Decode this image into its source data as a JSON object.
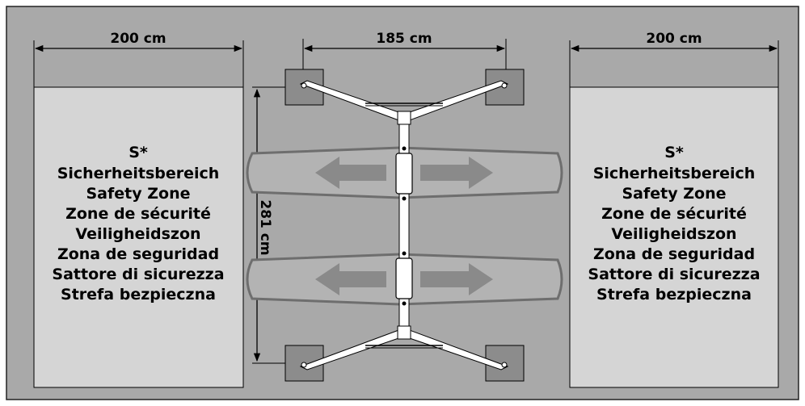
{
  "dimensions": {
    "left_zone_width": "200 cm",
    "lift_width": "185 cm",
    "right_zone_width": "200 cm",
    "lift_length": "281 cm"
  },
  "left_zone": {
    "title": "S*",
    "lines": [
      "Sicherheitsbereich",
      "Safety Zone",
      "Zone de sécurité",
      "Veiligheidszon",
      "Zona de seguridad",
      "Sattore di sicurezza",
      "Strefa bezpieczna"
    ]
  },
  "right_zone": {
    "title": "S*",
    "lines": [
      "Sicherheitsbereich",
      "Safety Zone",
      "Zone de sécurité",
      "Veiligheidszon",
      "Zona de seguridad",
      "Sattore di sicurezza",
      "Strefa bezpieczna"
    ]
  },
  "colors": {
    "background": "#a9a9a9",
    "zone_fill": "#d5d5d5",
    "pad_fill": "#8c8c8c",
    "arrow": "#8a8a8a",
    "frame": "#ffffff"
  }
}
